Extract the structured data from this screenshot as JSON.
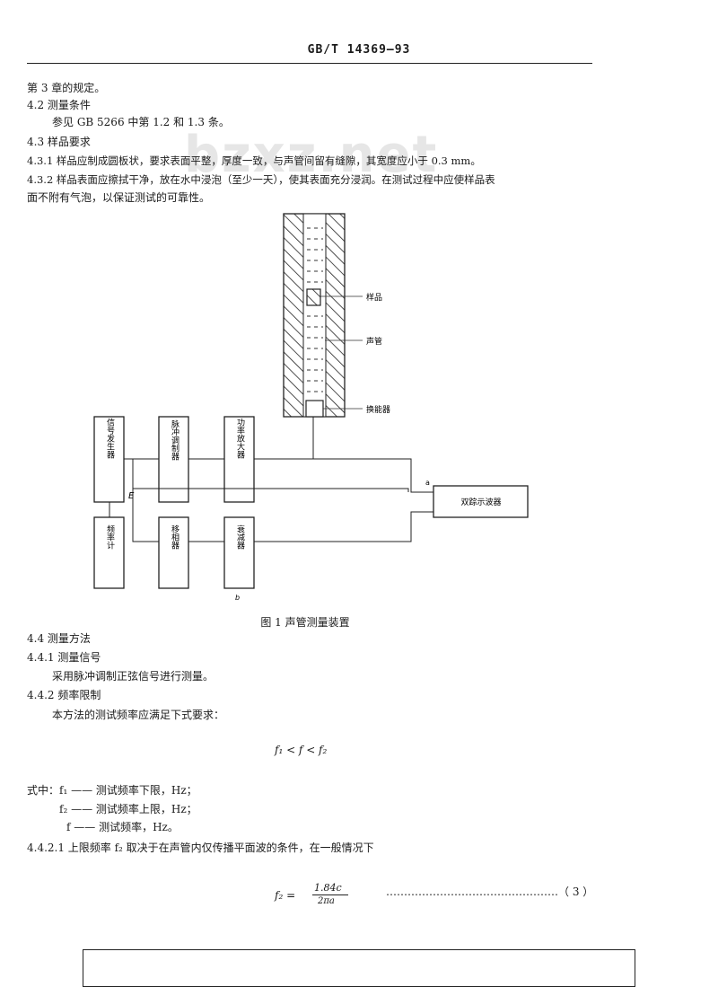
{
  "header": {
    "standard_no": "GB/T  14369—93"
  },
  "watermark": "bzxz.net",
  "paragraphs": [
    {
      "text": "第 3 章的规定。"
    },
    {
      "text": "4.2   测量条件"
    },
    {
      "text": "参见 GB 5266 中第 1.2 和 1.3 条。"
    },
    {
      "text": "4.3   样品要求"
    },
    {
      "text": "4.3.1   样品应制成圆板状，要求表面平整，厚度一致，与声管间留有缝隙，其宽度应小于 0.3 mm。"
    },
    {
      "text": "4.3.2   样品表面应擦拭干净，放在水中浸泡（至少一天），使其表面充分浸润。在测试过程中应使样品表"
    },
    {
      "text": "面不附有气泡，以保证测试的可靠性。"
    }
  ],
  "figure": {
    "labels": {
      "sample": "样品",
      "tube": "声管",
      "transducer": "换能器",
      "signal_gen": "信号发生器",
      "pulse_mod": "脉冲调制器",
      "power_amp": "功率放大器",
      "freq_meter": "频率计",
      "phase_shift": "移相器",
      "attenuator": "衰减器",
      "oscilloscope": "双踪示波器",
      "point_e": "E",
      "point_a": "a",
      "point_b": "b"
    },
    "caption": "图 1   声管测量装置"
  },
  "sections": [
    {
      "text": "4.4   测量方法"
    },
    {
      "text": "4.4.1   测量信号"
    },
    {
      "text": "采用脉冲调制正弦信号进行测量。"
    },
    {
      "text": "4.4.2   频率限制"
    },
    {
      "text": "本方法的测试频率应满足下式要求："
    }
  ],
  "formula_range": "f₁ < f < f₂",
  "where": [
    {
      "text": "式中：f₁ —— 测试频率下限，Hz；"
    },
    {
      "text": "f₂ —— 测试频率上限，Hz；"
    },
    {
      "text": "f —— 测试频率，Hz。"
    }
  ],
  "clause_4421": "4.4.2.1   上限频率 f₂ 取决于在声管内仅传播平面波的条件，在一般情况下",
  "formula3": {
    "lhs": "f₂ =",
    "numerator": "1.84c",
    "denominator": "2πa",
    "number": "…………………………………………（ 3 ）"
  }
}
